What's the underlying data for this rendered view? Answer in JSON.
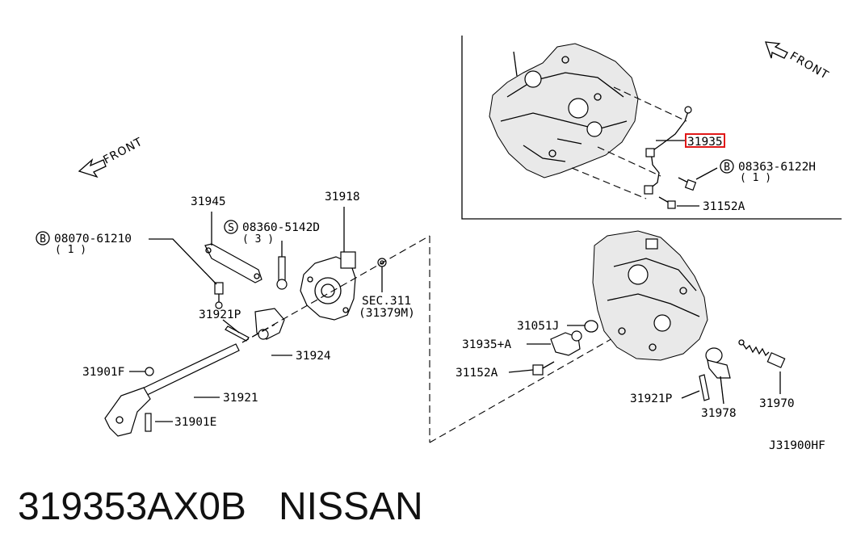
{
  "direction_labels": {
    "front_left": "FRONT",
    "front_right": "FRONT"
  },
  "callouts": {
    "p31945": "31945",
    "p31918": "31918",
    "bolt_08070": "08070-61210",
    "bolt_08070_qty": "( 1 )",
    "screw_08360": "08360-5142D",
    "screw_08360_qty": "( 3 )",
    "sec311": "SEC.311",
    "sec311_ref": "(31379M)",
    "p31921P_a": "31921P",
    "p31924": "31924",
    "p31901F": "31901F",
    "p31921": "31921",
    "p31901E": "31901E",
    "p31935_hl": "31935",
    "bolt_08363": "08363-6122H",
    "bolt_08363_qty": "( 1 )",
    "p31152A_a": "31152A",
    "p31051J": "31051J",
    "p31935A": "31935+A",
    "p31152A_b": "31152A",
    "p31921P_b": "31921P",
    "p31978": "31978",
    "p31970": "31970",
    "diagram_code": "J31900HF"
  },
  "symbols": {
    "bolt_b": "B",
    "screw_s": "S"
  },
  "colors": {
    "highlight": "#e01818",
    "line": "#000000",
    "background": "#ffffff"
  },
  "footer": {
    "part_number": "319353AX0B",
    "brand": "NISSAN",
    "separator": "   "
  }
}
